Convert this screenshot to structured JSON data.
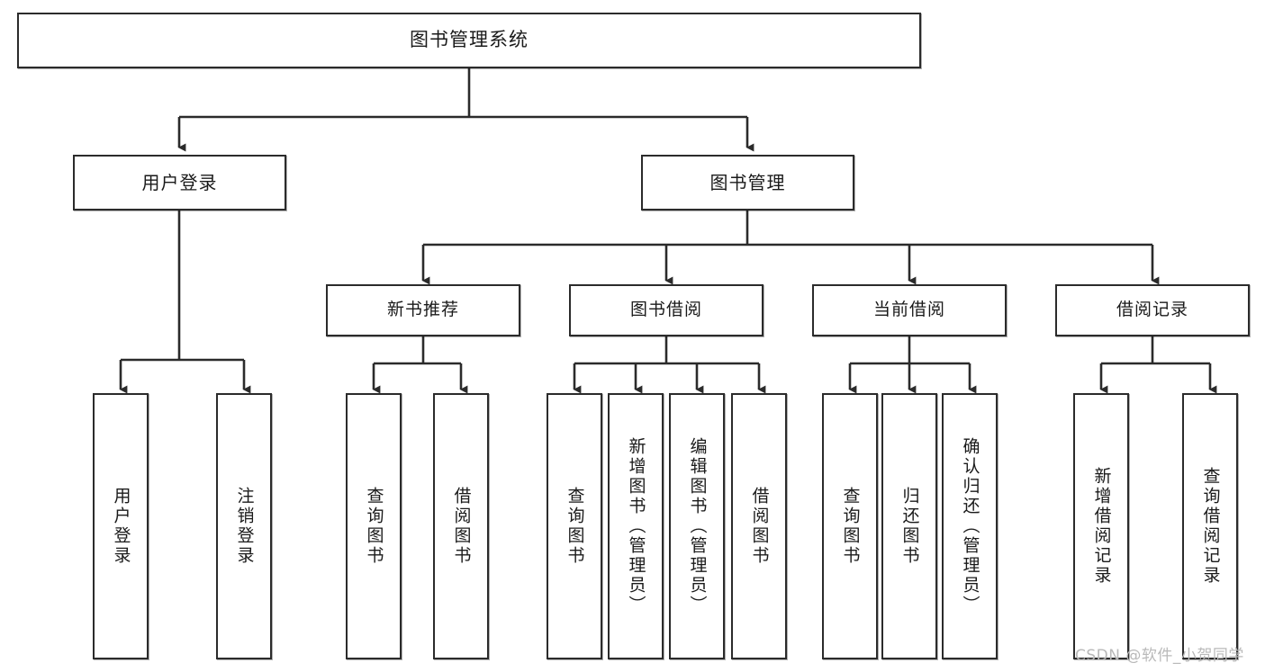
{
  "diagram": {
    "type": "tree",
    "title": "图书管理系统",
    "watermark": "CSDN @软件_小贺同学",
    "colors": {
      "background": "#ffffff",
      "node_border": "#2b2b2b",
      "node_fill": "#ffffff",
      "edge": "#2b2b2b",
      "text": "#1a1a1a",
      "watermark": "#b9b9b9"
    },
    "nodes": {
      "root": {
        "label": "图书管理系统"
      },
      "level2": [
        {
          "id": "user-login",
          "label": "用户登录"
        },
        {
          "id": "book-management",
          "label": "图书管理"
        }
      ],
      "level3": [
        {
          "id": "new-book-recommend",
          "label": "新书推荐"
        },
        {
          "id": "book-borrow",
          "label": "图书借阅"
        },
        {
          "id": "current-borrow",
          "label": "当前借阅"
        },
        {
          "id": "borrow-record",
          "label": "借阅记录"
        }
      ],
      "leaves": {
        "user-login": [
          {
            "id": "leaf-user-login",
            "label": "用户登录"
          },
          {
            "id": "leaf-logout-login",
            "label": "注销登录"
          }
        ],
        "new-book-recommend": [
          {
            "id": "leaf-query-book-1",
            "label": "查询图书"
          },
          {
            "id": "leaf-borrow-book-1",
            "label": "借阅图书"
          }
        ],
        "book-borrow": [
          {
            "id": "leaf-query-book-2",
            "label": "查询图书"
          },
          {
            "id": "leaf-add-book",
            "label": "新增图书（管理员）"
          },
          {
            "id": "leaf-edit-book",
            "label": "编辑图书（管理员）"
          },
          {
            "id": "leaf-borrow-book-2",
            "label": "借阅图书"
          }
        ],
        "current-borrow": [
          {
            "id": "leaf-query-book-3",
            "label": "查询图书"
          },
          {
            "id": "leaf-return-book",
            "label": "归还图书"
          },
          {
            "id": "leaf-confirm-return",
            "label": "确认归还（管理员）"
          }
        ],
        "borrow-record": [
          {
            "id": "leaf-add-record",
            "label": "新增借阅记录"
          },
          {
            "id": "leaf-query-record",
            "label": "查询借阅记录"
          }
        ]
      }
    }
  }
}
